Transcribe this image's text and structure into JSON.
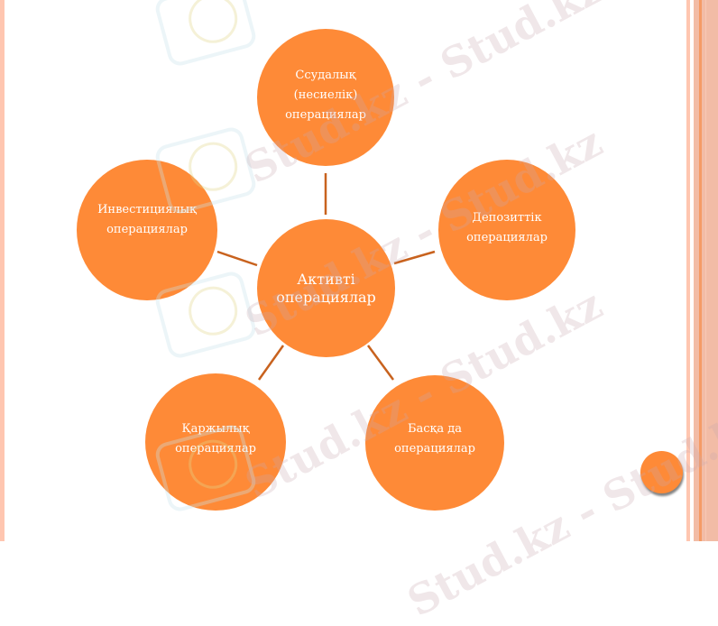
{
  "diagram": {
    "type": "radial-cycle",
    "center": {
      "lines": [
        "Активті",
        "операциялар"
      ]
    },
    "nodes": [
      {
        "id": "loan",
        "lines": [
          "Ссудалық",
          "(несиелік)",
          "операциялар"
        ]
      },
      {
        "id": "deposit",
        "lines": [
          "Депозиттік",
          "операциялар"
        ]
      },
      {
        "id": "other",
        "lines": [
          "Басқа да",
          "операциялар"
        ]
      },
      {
        "id": "financial",
        "lines": [
          "Қаржылық",
          "операциялар"
        ]
      },
      {
        "id": "investment",
        "lines": [
          "Инвестициялық",
          "операциялар"
        ]
      }
    ],
    "colors": {
      "node_fill": "#fe8a37",
      "node_text": "#ffffff",
      "connector": "#c8621e",
      "accent_stripe": "#ffc6b0"
    }
  },
  "watermark": {
    "text": "Stud.kz - Stud.kz"
  }
}
